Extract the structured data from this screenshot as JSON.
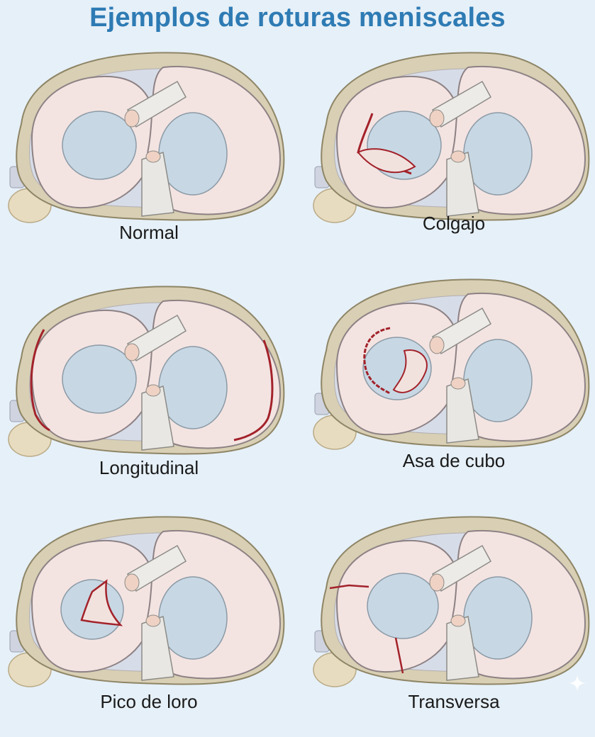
{
  "title": "Ejemplos de roturas meniscales",
  "colors": {
    "title": "#2e7bb4",
    "background": "#e6f0f8",
    "meniscus": "#f3e4e2",
    "plateau": "#d7dde8",
    "tear": "#a3222a",
    "bone": "#e8dcc0"
  },
  "panels": [
    {
      "label": "Normal",
      "tear": "none",
      "icon": "normal-meniscus-icon"
    },
    {
      "label": "Colgajo",
      "tear": "flap",
      "icon": "flap-tear-icon"
    },
    {
      "label": "Longitudinal",
      "tear": "longitudinal",
      "icon": "longitudinal-tear-icon"
    },
    {
      "label": "Asa de cubo",
      "tear": "bucket-handle",
      "icon": "bucket-handle-tear-icon"
    },
    {
      "label": "Pico de loro",
      "tear": "parrot-beak",
      "icon": "parrot-beak-tear-icon"
    },
    {
      "label": "Transversa",
      "tear": "radial",
      "icon": "radial-tear-icon"
    }
  ]
}
